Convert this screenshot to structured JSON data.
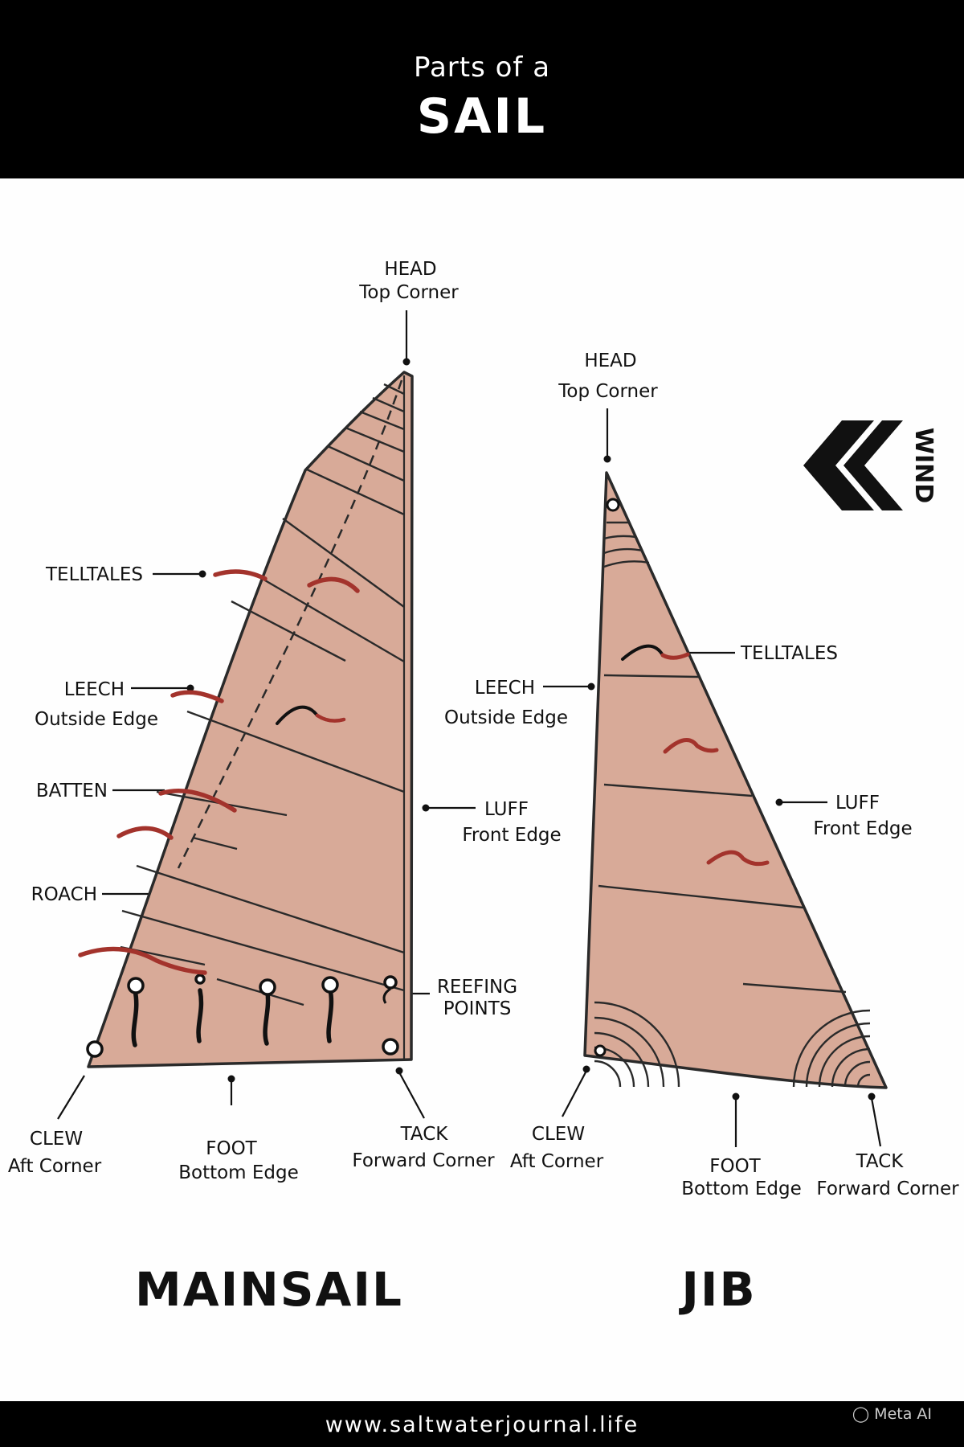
{
  "header": {
    "subtitle": "Parts of a",
    "title": "SAIL"
  },
  "mainsail": {
    "name": "MAINSAIL",
    "head": {
      "title": "HEAD",
      "sub": "Top Corner"
    },
    "telltales": "TELLTALES",
    "leech": {
      "title": "LEECH",
      "sub": "Outside Edge"
    },
    "batten": "BATTEN",
    "roach": "ROACH",
    "luff": {
      "title": "LUFF",
      "sub": "Front Edge"
    },
    "reefing": {
      "line1": "REEFING",
      "line2": "POINTS"
    },
    "clew": {
      "title": "CLEW",
      "sub": "Aft Corner"
    },
    "foot": {
      "title": "FOOT",
      "sub": "Bottom Edge"
    },
    "tack": {
      "title": "TACK",
      "sub": "Forward Corner"
    }
  },
  "jib": {
    "name": "JIB",
    "head": {
      "title": "HEAD",
      "sub": "Top Corner"
    },
    "telltales": "TELLTALES",
    "leech": {
      "title": "LEECH",
      "sub": "Outside Edge"
    },
    "luff": {
      "title": "LUFF",
      "sub": "Front Edge"
    },
    "clew": {
      "title": "CLEW",
      "sub": "Aft Corner"
    },
    "foot": {
      "title": "FOOT",
      "sub": "Bottom Edge"
    },
    "tack": {
      "title": "TACK",
      "sub": "Forward Corner"
    }
  },
  "wind": {
    "label": "WIND",
    "icon": "double-chevron-left-icon"
  },
  "footer": {
    "url": "www.saltwaterjournal.life",
    "badge": "Meta AI"
  },
  "colors": {
    "sail": "#d8aa98",
    "outline": "#2a2a2a",
    "telltale": "#a3332c",
    "band": "#000000"
  }
}
